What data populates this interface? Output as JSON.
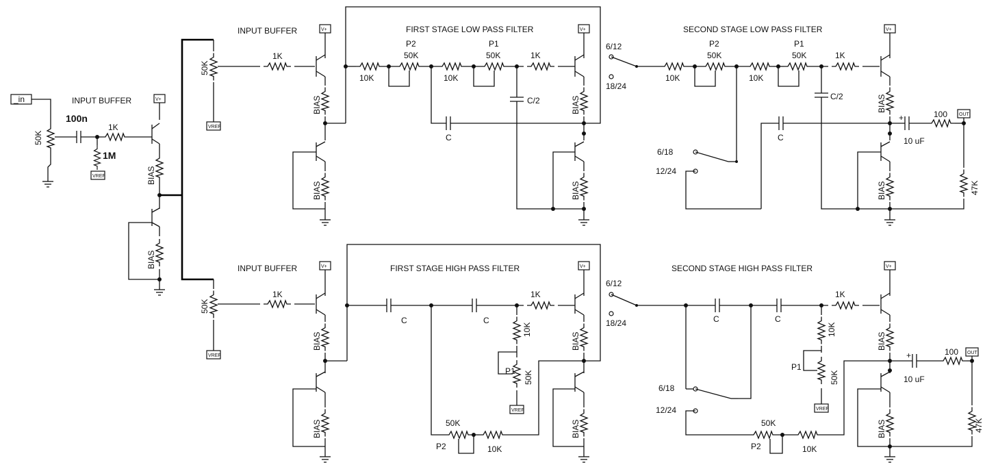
{
  "diagram": {
    "titles": {
      "input_buffer": "INPUT BUFFER",
      "lp1": "FIRST STAGE LOW PASS FILTER",
      "lp2": "SECOND STAGE LOW PASS FILTER",
      "hp1": "FIRST STAGE HIGH PASS FILTER",
      "hp2": "SECOND STAGE HIGH PASS FILTER"
    },
    "labels": {
      "in": "_in",
      "out": "OUT",
      "vplus": "V+",
      "vref": "VREF",
      "bias": "BIAS",
      "r_1k": "1K",
      "r_10k": "10K",
      "r_100": "100",
      "r_47k": "47K",
      "r_1m": "1M",
      "pot_50k": "50K",
      "p1": "P1",
      "p2": "P2",
      "cap_c": "C",
      "cap_c2": "C/2",
      "cap_100n": "100n",
      "cap_10uf": "10 uF",
      "plus": "+",
      "sw_612": "6/12",
      "sw_1824": "18/24",
      "sw_618": "6/18",
      "sw_1224": "12/24"
    }
  }
}
